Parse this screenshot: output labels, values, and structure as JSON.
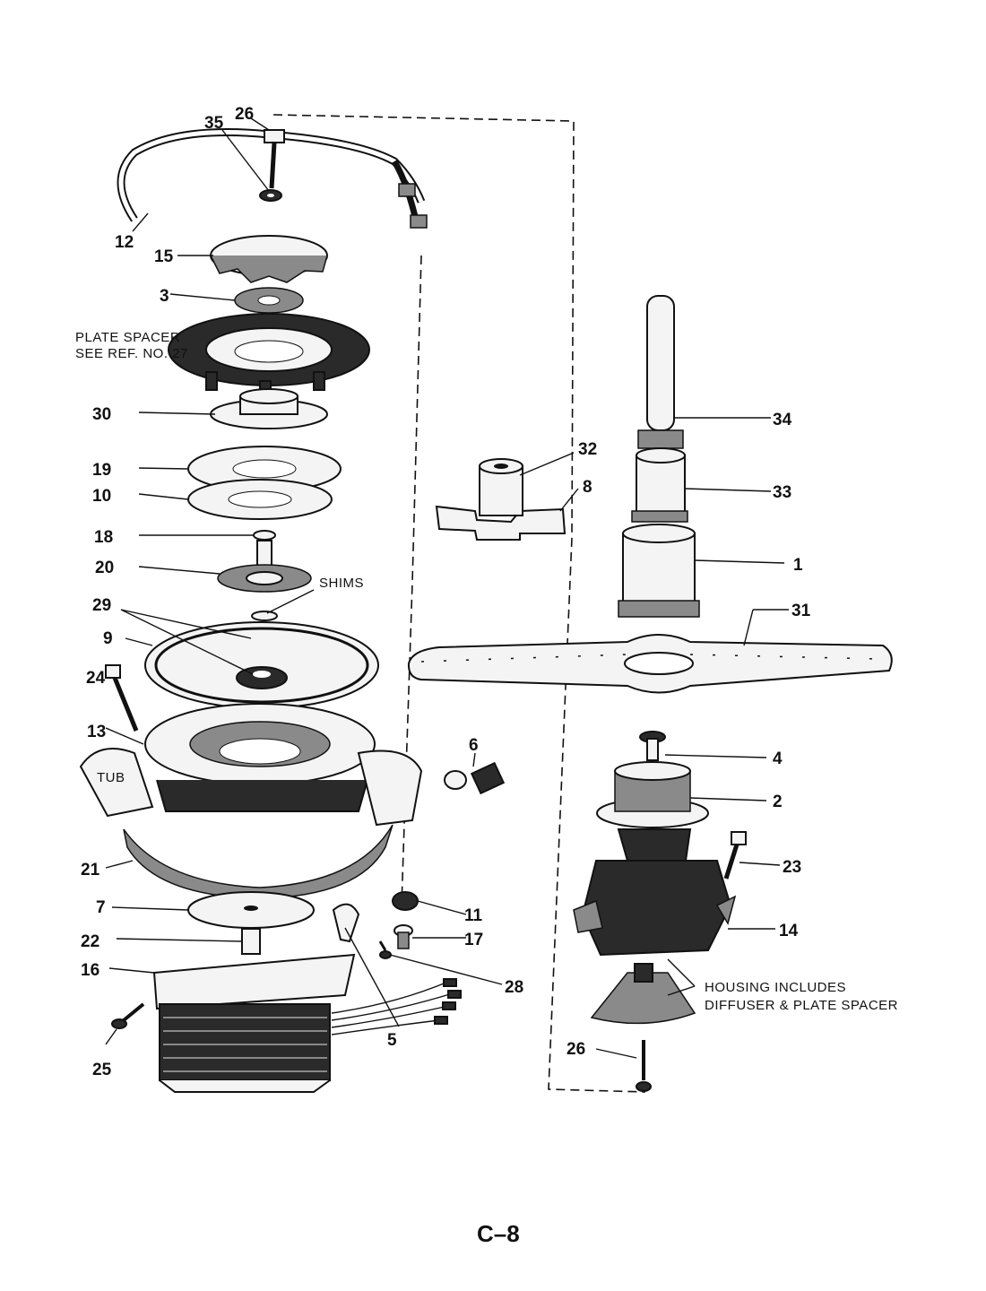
{
  "title": "",
  "page_number": "C–8",
  "notes": {
    "plate_spacer_line1": "PLATE SPACER",
    "plate_spacer_line2": "SEE REF. NO. 27",
    "shims": "SHIMS",
    "tub": "TUB",
    "housing_line1": "HOUSING INCLUDES",
    "housing_line2": "DIFFUSER & PLATE SPACER"
  },
  "callouts": [
    {
      "id": "26a",
      "text": "26"
    },
    {
      "id": "35",
      "text": "35"
    },
    {
      "id": "12",
      "text": "12"
    },
    {
      "id": "15",
      "text": "15"
    },
    {
      "id": "3",
      "text": "3"
    },
    {
      "id": "30",
      "text": "30"
    },
    {
      "id": "19",
      "text": "19"
    },
    {
      "id": "10",
      "text": "10"
    },
    {
      "id": "18",
      "text": "18"
    },
    {
      "id": "20",
      "text": "20"
    },
    {
      "id": "29",
      "text": "29"
    },
    {
      "id": "9",
      "text": "9"
    },
    {
      "id": "24",
      "text": "24"
    },
    {
      "id": "13",
      "text": "13"
    },
    {
      "id": "21",
      "text": "21"
    },
    {
      "id": "7",
      "text": "7"
    },
    {
      "id": "22",
      "text": "22"
    },
    {
      "id": "16",
      "text": "16"
    },
    {
      "id": "25",
      "text": "25"
    },
    {
      "id": "5",
      "text": "5"
    },
    {
      "id": "28",
      "text": "28"
    },
    {
      "id": "6",
      "text": "6"
    },
    {
      "id": "11",
      "text": "11"
    },
    {
      "id": "17",
      "text": "17"
    },
    {
      "id": "32",
      "text": "32"
    },
    {
      "id": "8",
      "text": "8"
    },
    {
      "id": "34",
      "text": "34"
    },
    {
      "id": "33",
      "text": "33"
    },
    {
      "id": "1",
      "text": "1"
    },
    {
      "id": "31",
      "text": "31"
    },
    {
      "id": "4",
      "text": "4"
    },
    {
      "id": "2",
      "text": "2"
    },
    {
      "id": "23",
      "text": "23"
    },
    {
      "id": "14",
      "text": "14"
    },
    {
      "id": "26b",
      "text": "26"
    }
  ]
}
